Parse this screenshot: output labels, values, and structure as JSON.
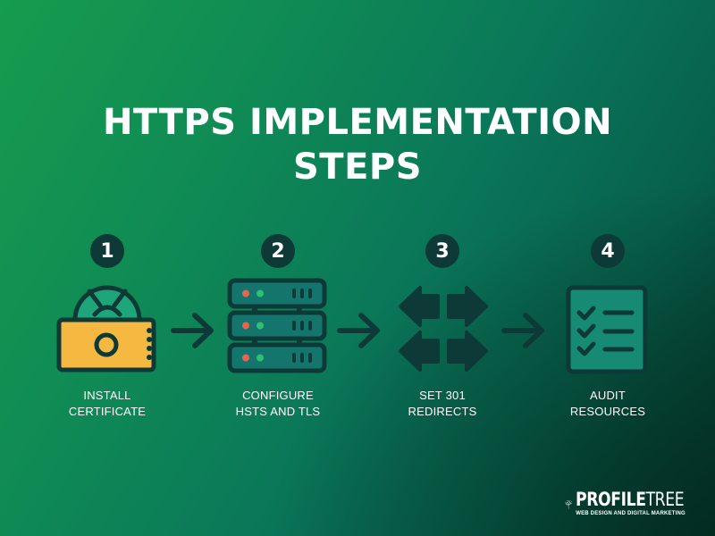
{
  "title": {
    "line1": "HTTPS IMPLEMENTATION",
    "line2": "STEPS"
  },
  "steps": [
    {
      "number": "1",
      "icon": "padlock-certificate-icon",
      "label_line1": "INSTALL",
      "label_line2": "CERTIFICATE"
    },
    {
      "number": "2",
      "icon": "server-stack-icon",
      "label_line1": "CONFIGURE",
      "label_line2": "HSTS AND TLS"
    },
    {
      "number": "3",
      "icon": "redirect-arrows-icon",
      "label_line1": "SET 301",
      "label_line2": "REDIRECTS"
    },
    {
      "number": "4",
      "icon": "checklist-icon",
      "label_line1": "AUDIT",
      "label_line2": "RESOURCES"
    }
  ],
  "connectors": [
    "arrow-right-icon",
    "arrow-right-icon",
    "arrow-right-icon"
  ],
  "logo": {
    "name_bold": "PROFILE",
    "name_light": "TREE",
    "tagline": "WEB DESIGN AND DIGITAL MARKETING"
  },
  "colors": {
    "background_start": "#169c4e",
    "background_mid": "#0a7759",
    "background_end": "#043a2c",
    "badge": "#0d3a36",
    "icon_outline": "#0d3a36",
    "lock_body": "#f5b942",
    "lock_shackle": "#1fa57a",
    "server_fill": "#14756c",
    "led_red": "#e8644d",
    "led_green": "#2fbf71",
    "checklist_fill": "#168a72",
    "text": "#ffffff"
  }
}
